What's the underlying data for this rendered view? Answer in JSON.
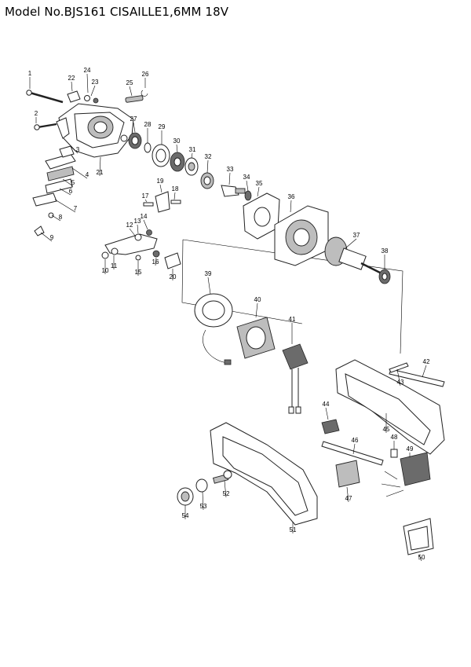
{
  "header": {
    "title": "Model No.BJS161 CISAILLE1,6MM 18V"
  },
  "parts": [
    {
      "no": "1"
    },
    {
      "no": "2"
    },
    {
      "no": "3"
    },
    {
      "no": "4"
    },
    {
      "no": "5"
    },
    {
      "no": "6"
    },
    {
      "no": "7"
    },
    {
      "no": "8"
    },
    {
      "no": "9"
    },
    {
      "no": "10"
    },
    {
      "no": "11"
    },
    {
      "no": "12"
    },
    {
      "no": "13"
    },
    {
      "no": "14"
    },
    {
      "no": "15"
    },
    {
      "no": "16"
    },
    {
      "no": "17"
    },
    {
      "no": "18"
    },
    {
      "no": "19"
    },
    {
      "no": "20"
    },
    {
      "no": "21"
    },
    {
      "no": "22"
    },
    {
      "no": "23"
    },
    {
      "no": "24"
    },
    {
      "no": "25"
    },
    {
      "no": "26"
    },
    {
      "no": "27"
    },
    {
      "no": "28"
    },
    {
      "no": "29"
    },
    {
      "no": "30"
    },
    {
      "no": "31"
    },
    {
      "no": "32"
    },
    {
      "no": "33"
    },
    {
      "no": "34"
    },
    {
      "no": "35"
    },
    {
      "no": "36"
    },
    {
      "no": "37"
    },
    {
      "no": "38"
    },
    {
      "no": "39"
    },
    {
      "no": "40"
    },
    {
      "no": "41"
    },
    {
      "no": "42"
    },
    {
      "no": "43"
    },
    {
      "no": "44"
    },
    {
      "no": "45"
    },
    {
      "no": "46"
    },
    {
      "no": "47"
    },
    {
      "no": "48"
    },
    {
      "no": "49"
    },
    {
      "no": "50"
    },
    {
      "no": "51"
    },
    {
      "no": "52"
    },
    {
      "no": "53"
    },
    {
      "no": "54"
    }
  ]
}
